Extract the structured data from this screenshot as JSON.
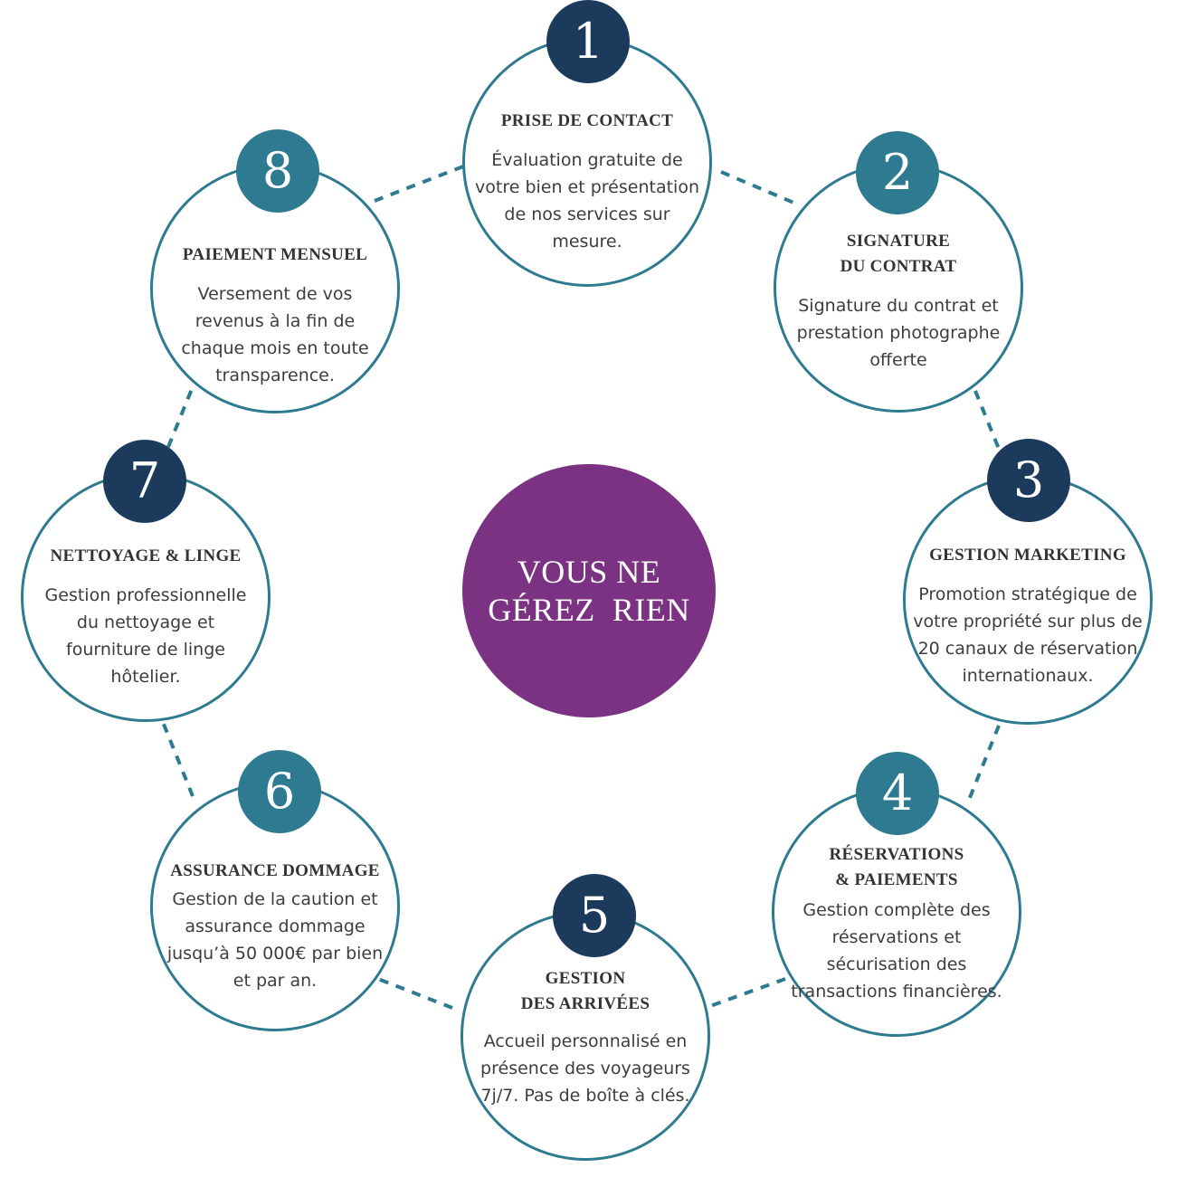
{
  "center": {
    "text": "VOUS NE\nGÉREZ  RIEN",
    "color": "#7b3282"
  },
  "colors": {
    "circle_border": "#2e7a90",
    "connector": "#2e7a90",
    "badge_dark": "#1b3a5c",
    "badge_teal": "#2e7a90"
  },
  "steps": [
    {
      "number": "1",
      "title": "PRISE DE CONTACT",
      "description": "Évaluation gratuite de votre bien et présentation de nos services sur mesure.",
      "badge_color": "#1b3a5c"
    },
    {
      "number": "2",
      "title": "SIGNATURE\nDU CONTRAT",
      "description": "Signature du contrat et prestation photographe offerte",
      "badge_color": "#2e7a90"
    },
    {
      "number": "3",
      "title": "GESTION MARKETING",
      "description": "Promotion stratégique de votre propriété sur plus de 20 canaux de réservation internationaux.",
      "badge_color": "#1b3a5c"
    },
    {
      "number": "4",
      "title": "RÉSERVATIONS\n& PAIEMENTS",
      "description": "Gestion complète des réservations et sécurisation des transactions financières.",
      "badge_color": "#2e7a90"
    },
    {
      "number": "5",
      "title": "GESTION\nDES ARRIVÉES",
      "description": "Accueil personnalisé en présence des voyageurs 7j/7. Pas de boîte à clés.",
      "badge_color": "#1b3a5c"
    },
    {
      "number": "6",
      "title": "ASSURANCE DOMMAGE",
      "description": "Gestion de la caution et assurance dommage jusqu’à 50 000€ par bien et par an.",
      "badge_color": "#2e7a90"
    },
    {
      "number": "7",
      "title": "NETTOYAGE & LINGE",
      "description": "Gestion professionnelle du nettoyage et fourniture de linge hôtelier.",
      "badge_color": "#1b3a5c"
    },
    {
      "number": "8",
      "title": "PAIEMENT MENSUEL",
      "description": "Versement de vos revenus à la fin de chaque mois en toute transparence.",
      "badge_color": "#2e7a90"
    }
  ]
}
